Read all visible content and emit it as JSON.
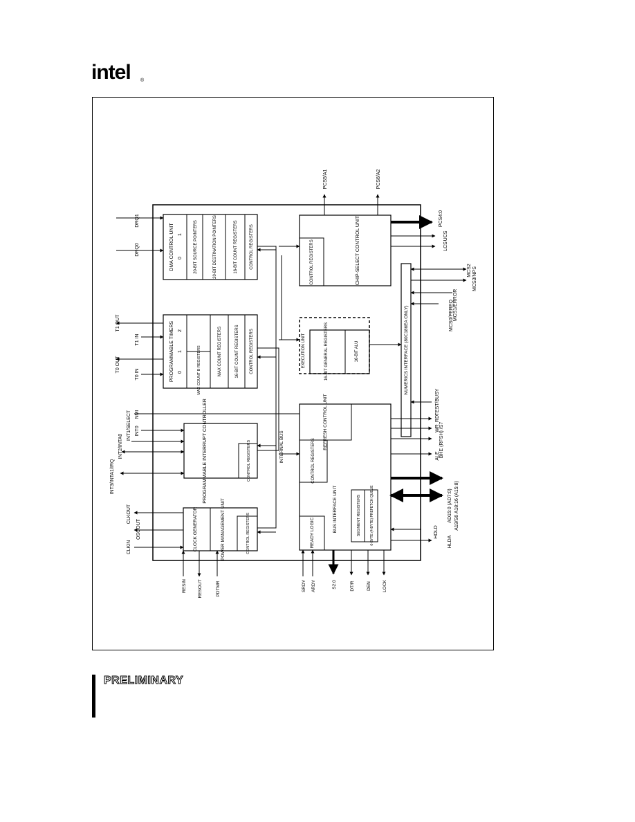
{
  "header": {
    "logo_text": "intel",
    "registered_mark": "®"
  },
  "footer": {
    "status": "PRELIMINARY"
  },
  "blocks": {
    "dma": {
      "title": "DMA CONTROL UNIT",
      "chan_0": "0",
      "chan_1": "1",
      "r1": "20-BIT SOURCE POINTERS",
      "r2": "20-BIT DESTINATION POINTERS",
      "r3": "16-BIT COUNT REGISTERS",
      "r4": "CONTROL REGISTERS"
    },
    "timers": {
      "title": "PROGRAMMABLE TIMERS",
      "t0": "0",
      "t1": "1",
      "t2": "2",
      "r1": "MAX COUNT B REGISTERS",
      "r2": "MAX COUNT REGISTERS",
      "r3": "16-BIT COUNT REGISTERS",
      "r4": "CONTROL REGISTERS"
    },
    "interrupt": {
      "title": "PROGRAMMABLE INTERRUPT CONTROLLER",
      "ctrl": "CONTROL REGISTERS"
    },
    "clock": {
      "title": "CLOCK GENERATOR"
    },
    "power": {
      "title": "POWER MANAGEMENT UNIT",
      "ctrl": "CONTROL REGISTERS"
    },
    "internal_bus": "INTERNAL BUS",
    "chip_select": {
      "title": "CHIP-SELECT CONTROL UNIT",
      "ctrl": "CONTROL REGISTERS"
    },
    "execution": {
      "title": "EXECUTION UNIT",
      "regs": "16-BIT GENERAL REGISTERS",
      "alu": "16-BIT ALU"
    },
    "refresh": {
      "title": "REFRESH CONTROL UNIT",
      "ctrl": "CONTROL REGISTERS"
    },
    "numerics": "NUMERICS INTERFACE (80C186EA ONLY)",
    "biu": {
      "title": "BUS INTERFACE UNIT",
      "seg": "SEGMENT REGISTERS",
      "queue": "6-BYTE (4-BYTE) PREFETCH QUEUE",
      "ready": "READY LOGIC"
    }
  },
  "pins": {
    "dma_left": "DRQ0",
    "dma_right": "DRQ1",
    "t1out": "T1 OUT",
    "t1in": "T1 IN",
    "t0out": "T0 OUT",
    "t0in": "T0 IN",
    "nmi": "NMI",
    "int0": "INT0",
    "int1": "INT1/SELECT",
    "int2": "INT2/INTA0",
    "int3": "INT3/INTA1/IRQ",
    "clkout": "CLKOUT",
    "clkin": "CLKIN",
    "oscout": "OSCOUT",
    "res": "RESIN",
    "resout": "RESOUT",
    "pdtmr": "PDTMR",
    "srdy": "SRDY",
    "ardy": "ARDY",
    "s20": "S2:0",
    "dtr": "DT/R",
    "den": "DEN",
    "lock": "LOCK",
    "hold": "HOLD",
    "hlda": "HLDA",
    "ad": "AD15:0 (AD7:0)",
    "a": "A19/S6 A18:16 (A15:8)",
    "ale": "ALE",
    "bhe": "BHE (RFSH) /S7",
    "rd": "RD",
    "wr": "WR",
    "test": "TEST/BUSY",
    "ucs": "UCS",
    "lcs": "LCS",
    "pcs4": "PCS4:0",
    "mcs2": "MCS2",
    "mcs3": "MCS3/NPS",
    "mcs1": "MCS1/ERROR",
    "mcs0": "MCS0/PEREQ",
    "pcs5": "PCS5/A1",
    "pcs6": "PCS6/A2"
  }
}
